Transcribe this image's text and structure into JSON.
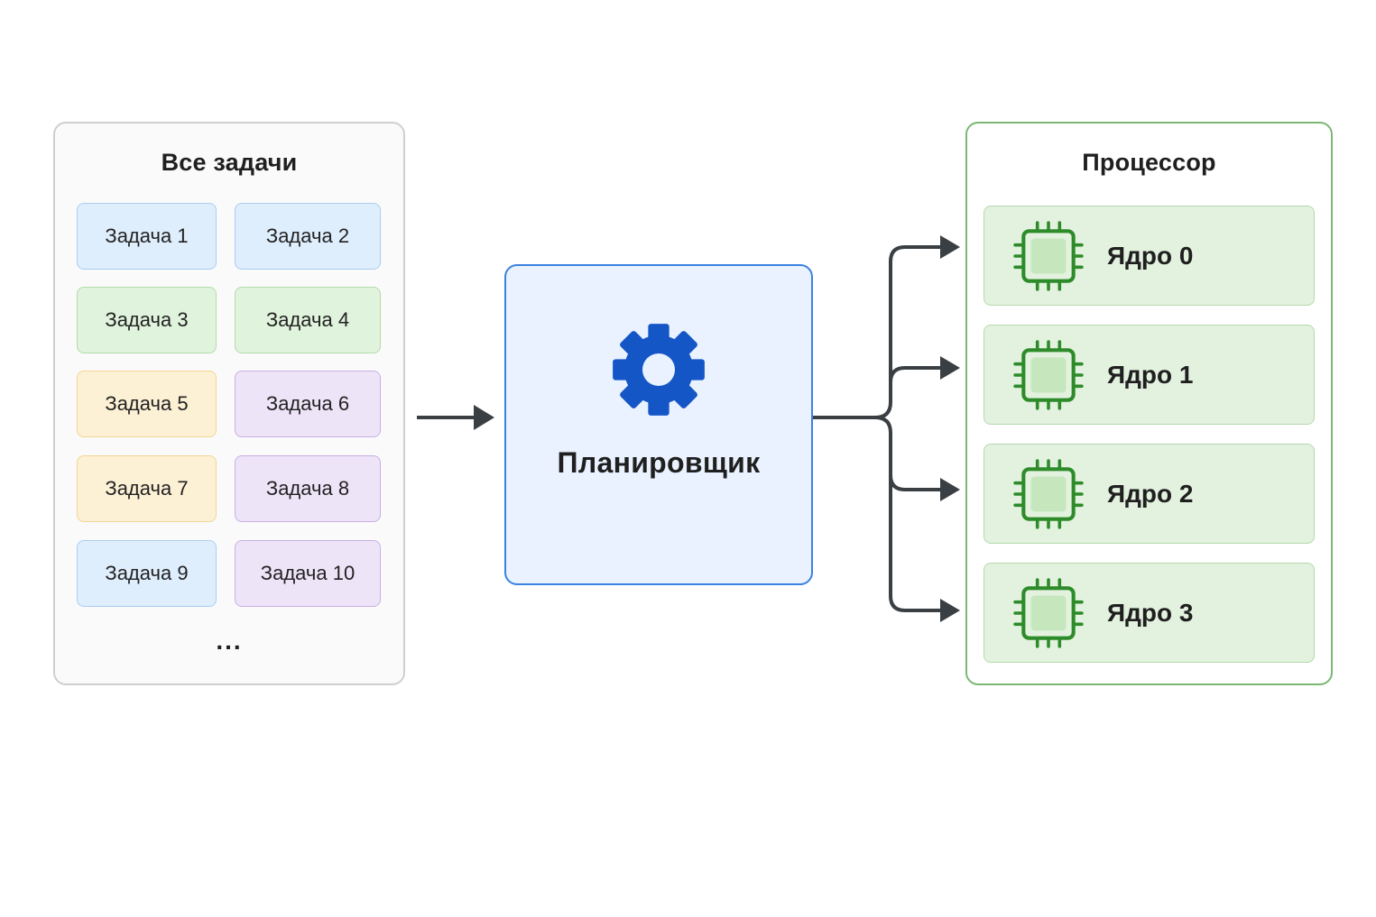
{
  "tasks_panel": {
    "title": "Все задачи",
    "tasks": [
      {
        "label": "Задача 1",
        "color": "#dfeefd"
      },
      {
        "label": "Задача 2",
        "color": "#dfeefd"
      },
      {
        "label": "Задача 3",
        "color": "#e0f3dc"
      },
      {
        "label": "Задача 4",
        "color": "#e0f3dc"
      },
      {
        "label": "Задача 5",
        "color": "#fdf1d5"
      },
      {
        "label": "Задача 6",
        "color": "#eee4f8"
      },
      {
        "label": "Задача 7",
        "color": "#fdf1d5"
      },
      {
        "label": "Задача 8",
        "color": "#eee4f8"
      },
      {
        "label": "Задача 9",
        "color": "#dfeefd"
      },
      {
        "label": "Задача 10",
        "color": "#eee4f8"
      }
    ],
    "more": "..."
  },
  "scheduler": {
    "label": "Планировщик",
    "icon": "gear-icon",
    "accent": "#1556c7"
  },
  "processor": {
    "title": "Процессор",
    "cores": [
      {
        "label": "Ядро 0",
        "icon": "chip-icon"
      },
      {
        "label": "Ядро 1",
        "icon": "chip-icon"
      },
      {
        "label": "Ядро 2",
        "icon": "chip-icon"
      },
      {
        "label": "Ядро 3",
        "icon": "chip-icon"
      }
    ],
    "accent": "#2e8b2a"
  }
}
